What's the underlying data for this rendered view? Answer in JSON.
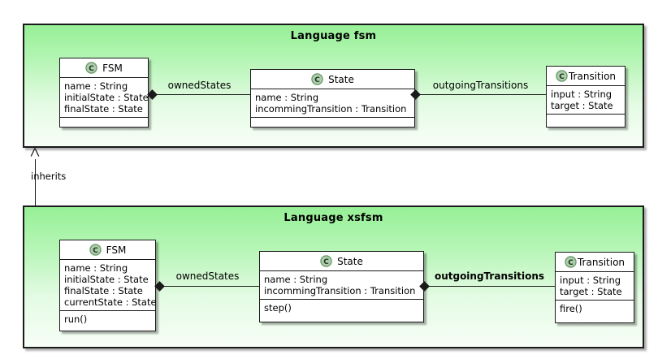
{
  "diagram": {
    "type": "uml-class-diagram",
    "background": "#ffffff",
    "package_fill_top": "#96f096",
    "package_fill_bottom": "#f7fef7",
    "class_icon_fill": "#adceac",
    "class_icon_stroke": "#6a9a68",
    "line_color": "#1a1a1a"
  },
  "packages": [
    {
      "id": "fsm",
      "title": "Language fsm",
      "classes": [
        {
          "id": "fsm-FSM",
          "icon": "class-icon",
          "name": "FSM",
          "attributes": [
            "name : String",
            "initialState : State",
            "finalState : State"
          ],
          "operations": []
        },
        {
          "id": "fsm-State",
          "icon": "class-icon",
          "name": "State",
          "attributes": [
            "name : String",
            "incommingTransition : Transition"
          ],
          "operations": []
        },
        {
          "id": "fsm-Transition",
          "icon": "class-icon",
          "name": "Transition",
          "attributes": [
            "input : String",
            "target : State"
          ],
          "operations": []
        }
      ],
      "associations": [
        {
          "id": "fsm-ownedStates",
          "label": "ownedStates",
          "kind": "composition",
          "from": "FSM",
          "to": "State"
        },
        {
          "id": "fsm-outgoingTransitions",
          "label": "outgoingTransitions",
          "kind": "composition",
          "from": "State",
          "to": "Transition"
        }
      ]
    },
    {
      "id": "xsfsm",
      "title": "Language xsfsm",
      "classes": [
        {
          "id": "xsfsm-FSM",
          "icon": "class-icon",
          "name": "FSM",
          "attributes": [
            "name : String",
            "initialState : State",
            "finalState : State",
            "currentState : State"
          ],
          "operations": [
            "run()"
          ]
        },
        {
          "id": "xsfsm-State",
          "icon": "class-icon",
          "name": "State",
          "attributes": [
            "name : String",
            "incommingTransition : Transition"
          ],
          "operations": [
            "step()"
          ]
        },
        {
          "id": "xsfsm-Transition",
          "icon": "class-icon",
          "name": "Transition",
          "attributes": [
            "input : String",
            "target : State"
          ],
          "operations": [
            "fire()"
          ]
        }
      ],
      "associations": [
        {
          "id": "xsfsm-ownedStates",
          "label": "ownedStates",
          "kind": "composition",
          "from": "FSM",
          "to": "State"
        },
        {
          "id": "xsfsm-outgoingTransitions",
          "label": "outgoingTransitions",
          "kind": "composition",
          "from": "State",
          "to": "Transition"
        }
      ]
    }
  ],
  "relations": [
    {
      "id": "inherits",
      "label": "inherits",
      "kind": "generalization",
      "from": "Language xsfsm",
      "to": "Language fsm"
    }
  ]
}
